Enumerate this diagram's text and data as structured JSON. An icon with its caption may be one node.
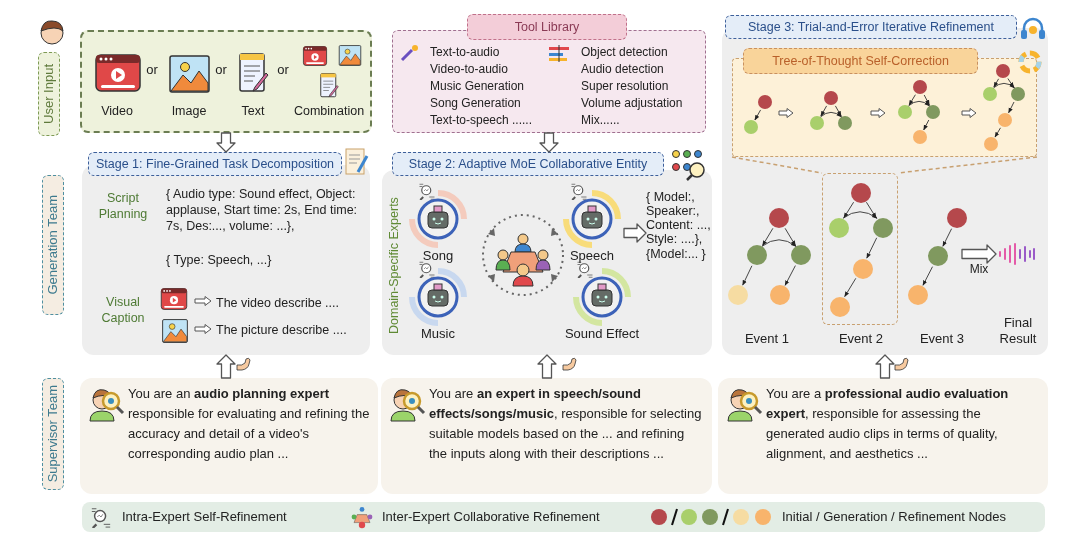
{
  "diagram": {
    "nodes": [
      {
        "text": [
          "User Input"
        ]
      },
      {
        "text": [
          "Video",
          "Image",
          "Text",
          "Combination"
        ]
      },
      {
        "text": [
          "Tool Library",
          "Text-to-audio",
          "Video-to-audio",
          "Music Generation",
          "Song Generation",
          "Text-to-speech ......",
          "Object detection",
          "Audio detection",
          "Super resolution",
          "Volume adjustation",
          "Mix......"
        ]
      },
      {
        "text": [
          "Generation Team"
        ]
      },
      {
        "text": [
          "Stage 1: Fine-Grained Task Decomposition",
          "Script Planning",
          "{ Audio type: Sound effect, Object: applause, Start time: 2s, End time: 7s, Des:..., volume: ...},",
          "{ Type: Speech, ...}",
          "Visual Caption",
          "The video describe ....",
          "The picture describe ...."
        ]
      },
      {
        "text": [
          "Stage 2: Adaptive MoE Collaborative Entity",
          "Domain-Specific Experts"
        ]
      },
      {
        "text": [
          "Song"
        ],
        "in": 5
      },
      {
        "text": [],
        "shape": "picture",
        "in": 5
      },
      {
        "text": [
          "Speech"
        ],
        "in": 5
      },
      {
        "text": [
          "{ Model:, Speaker:, Content: ..., Style: ....},",
          "{Model:... }"
        ],
        "in": 5
      },
      {
        "text": [
          "Music"
        ],
        "in": 5
      },
      {
        "text": [
          "Sound Effect"
        ],
        "in": 5
      },
      {
        "text": [
          "Stage 3: Trial-and-Error Iterative Refinement"
        ]
      },
      {
        "text": [
          "Tree-of-Thought Self-Correction"
        ],
        "in": 12
      },
      {
        "text": [],
        "shape": "circle",
        "in": 13
      },
      {
        "text": [],
        "shape": "circle",
        "in": 13
      },
      {
        "text": [],
        "shape": "circle",
        "in": 13
      },
      {
        "text": [],
        "shape": "circle",
        "in": 13
      },
      {
        "text": [],
        "shape": "circle",
        "in": 13
      },
      {
        "text": [],
        "shape": "circle",
        "in": 13
      },
      {
        "text": [],
        "shape": "circle",
        "in": 13
      },
      {
        "text": [],
        "shape": "circle",
        "in": 13
      },
      {
        "text": [],
        "shape": "circle",
        "in": 13
      },
      {
        "text": [],
        "shape": "circle",
        "in": 13
      },
      {
        "text": [],
        "shape": "circle",
        "in": 13
      },
      {
        "text": [],
        "shape": "circle",
        "in": 13
      },
      {
        "text": [],
        "shape": "circle",
        "in": 13
      },
      {
        "text": [],
        "shape": "circle",
        "in": 13
      },
      {
        "text": [],
        "shape": "circle",
        "in": 12
      },
      {
        "text": [],
        "shape": "circle",
        "in": 12
      },
      {
        "text": [],
        "shape": "circle",
        "in": 12
      },
      {
        "text": [],
        "shape": "circle",
        "in": 12
      },
      {
        "text": [],
        "shape": "circle",
        "in": 12
      },
      {
        "text": [],
        "shape": "box",
        "in": 12,
        "beside": [
          "Event 2"
        ]
      },
      {
        "text": [],
        "shape": "circle",
        "in": 33
      },
      {
        "text": [],
        "shape": "circle",
        "in": 33
      },
      {
        "text": [],
        "shape": "circle",
        "in": 33
      },
      {
        "text": [],
        "shape": "circle",
        "in": 33
      },
      {
        "text": [],
        "shape": "circle",
        "in": 33
      },
      {
        "text": [],
        "shape": "circle",
        "in": 12
      },
      {
        "text": [],
        "shape": "circle",
        "in": 12
      },
      {
        "text": [],
        "shape": "circle",
        "in": 12
      },
      {
        "text": [],
        "shape": "picture",
        "in": 12
      },
      {
        "text": [
          "Supervisor Team"
        ]
      },
      {
        "text": [
          "You are an **audio planning expert** responsible for evaluating and refining the accuracy and detail of a video's corresponding audio plan ..."
        ]
      },
      {
        "text": [
          "You are **an expert in speech/sound effects/songs/music**, responsible for selecting suitable models based on the ... and refining the inputs along with their descriptions ..."
        ]
      },
      {
        "text": [
          "You are a **professional audio evaluation expert**, responsible for assessing the generated audio clips in terms of quality, alignment, and aesthetics ..."
        ]
      }
    ],
    "edges": [
      {
        "from": 1,
        "to": 4,
        "arrow": "to",
        "style": "thick"
      },
      {
        "from": 2,
        "to": 5,
        "arrow": "to",
        "style": "thick"
      },
      {
        "from": 8,
        "to": 9,
        "arrow": "to",
        "style": "thick"
      },
      {
        "from": 14,
        "to": 15,
        "arrow": "to"
      },
      {
        "from": 16,
        "to": 17,
        "arrow": "to"
      },
      {
        "from": 16,
        "to": 18,
        "arrow": "to"
      },
      {
        "from": 17,
        "to": 18,
        "arrow": "to"
      },
      {
        "from": 19,
        "to": 20,
        "arrow": "to"
      },
      {
        "from": 19,
        "to": 21,
        "arrow": "to"
      },
      {
        "from": 20,
        "to": 21,
        "arrow": "to"
      },
      {
        "from": 21,
        "to": 22,
        "arrow": "to"
      },
      {
        "from": 23,
        "to": 24,
        "arrow": "to"
      },
      {
        "from": 23,
        "to": 25,
        "arrow": "to"
      },
      {
        "from": 24,
        "to": 25,
        "arrow": "to"
      },
      {
        "from": 25,
        "to": 26,
        "arrow": "to"
      },
      {
        "from": 26,
        "to": 27,
        "arrow": "to"
      },
      {
        "from": 28,
        "to": 29,
        "arrow": "to"
      },
      {
        "from": 28,
        "to": 30,
        "arrow": "to"
      },
      {
        "from": 29,
        "to": 30,
        "arrow": "to"
      },
      {
        "from": 29,
        "to": 31,
        "arrow": "to"
      },
      {
        "from": 30,
        "to": 32,
        "arrow": "to"
      },
      {
        "from": 34,
        "to": 35,
        "arrow": "to"
      },
      {
        "from": 34,
        "to": 36,
        "arrow": "to"
      },
      {
        "from": 35,
        "to": 36,
        "arrow": "to"
      },
      {
        "from": 36,
        "to": 37,
        "arrow": "to"
      },
      {
        "from": 37,
        "to": 38,
        "arrow": "to"
      },
      {
        "from": 39,
        "to": 40,
        "arrow": "to"
      },
      {
        "from": 40,
        "to": 41,
        "arrow": "to"
      },
      {
        "from": null,
        "to": 42,
        "arrow": "to",
        "style": "thick",
        "label": "Mix"
      },
      {
        "from": 13,
        "to": 33,
        "arrow": "none",
        "style": "dashed",
        "color": "#c8a070"
      },
      {
        "from": 13,
        "to": 33,
        "arrow": "none",
        "style": "dashed",
        "color": "#c8a070"
      },
      {
        "from": 44,
        "to": 4,
        "arrow": "to",
        "style": "thick"
      },
      {
        "from": 45,
        "to": 5,
        "arrow": "to",
        "style": "thick"
      },
      {
        "from": 46,
        "to": 12,
        "arrow": "to",
        "style": "thick"
      }
    ],
    "labels": [
      "or",
      "or",
      "or",
      "Event 1",
      "Event 3",
      "Final Result"
    ],
    "legend": [
      {
        "text": "Intra-Expert Self-Refinement"
      },
      {
        "text": "Inter-Expert Collaborative Refinement"
      },
      {
        "text": "Initial / Generation / Refinement Nodes"
      }
    ]
  }
}
